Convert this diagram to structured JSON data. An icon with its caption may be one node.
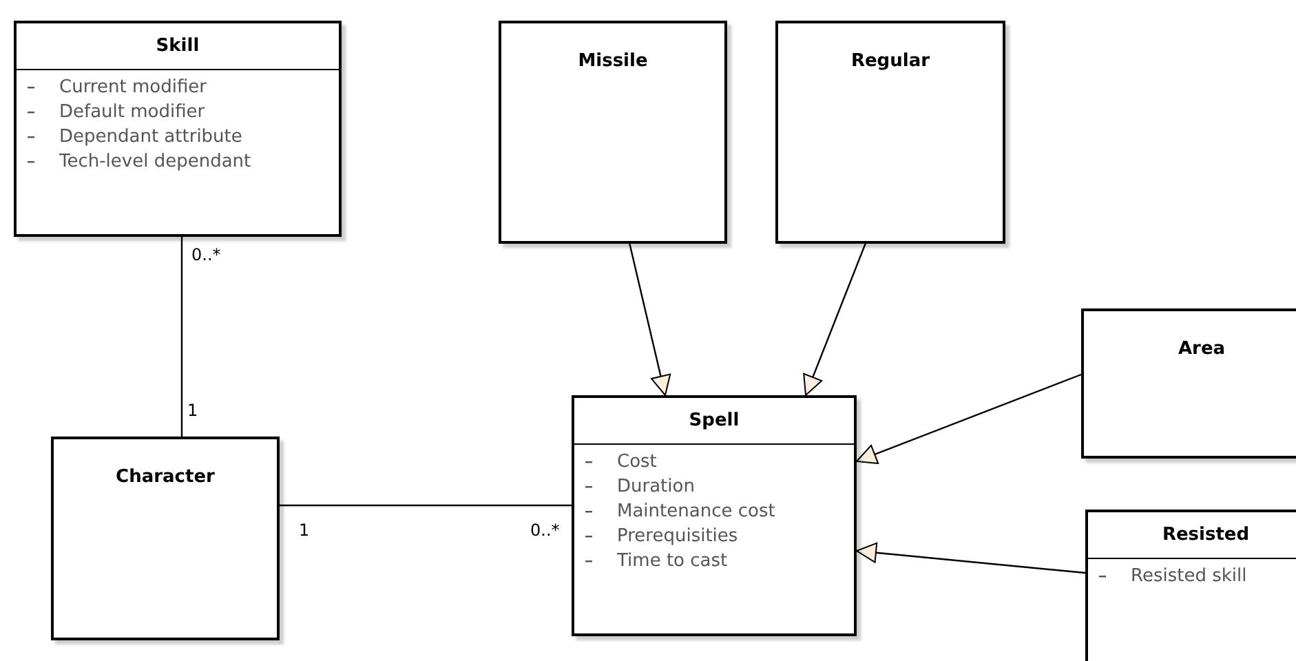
{
  "diagram": {
    "nodes": [
      {
        "text": [
          "Skill",
          "Current modifier",
          "Default modifier",
          "Dependant attribute",
          "Tech-level dependant"
        ]
      },
      {
        "text": [
          "Missile"
        ]
      },
      {
        "text": [
          "Regular"
        ]
      },
      {
        "text": [
          "Area"
        ]
      },
      {
        "text": [
          "Character"
        ]
      },
      {
        "text": [
          "Spell",
          "Cost",
          "Duration",
          "Maintenance cost",
          "Prerequisities",
          "Time to cast"
        ]
      },
      {
        "text": [
          "Resisted",
          "Resisted skill"
        ]
      }
    ],
    "edges": [
      {
        "from": 0,
        "to": 4,
        "arrow": "none"
      },
      {
        "from": 4,
        "to": 5,
        "arrow": "none"
      },
      {
        "from": 1,
        "to": 5,
        "arrow": "to"
      },
      {
        "from": 2,
        "to": 5,
        "arrow": "to"
      },
      {
        "from": 3,
        "to": 5,
        "arrow": "to"
      },
      {
        "from": 6,
        "to": 5,
        "arrow": "to"
      }
    ],
    "labels": [
      "0..*",
      "1",
      "1",
      "0..*"
    ]
  }
}
